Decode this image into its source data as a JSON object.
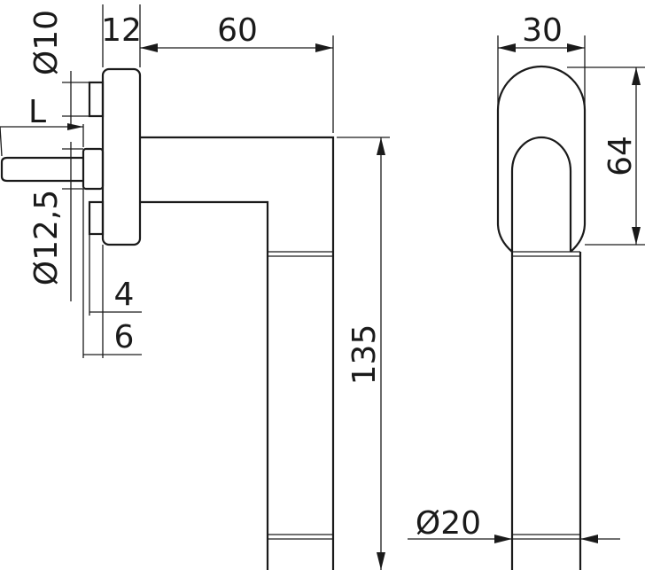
{
  "drawing": {
    "dimensions": {
      "rose_width": "12",
      "projection": "60",
      "oval_width": "30",
      "oval_height": "64",
      "handle_length": "135",
      "grip_diameter": "Ø20",
      "spindle_diameter": "Ø10",
      "spindle_length": "L",
      "boss_diameter": "Ø12,5",
      "offset_small": "4",
      "offset_large": "6"
    }
  }
}
